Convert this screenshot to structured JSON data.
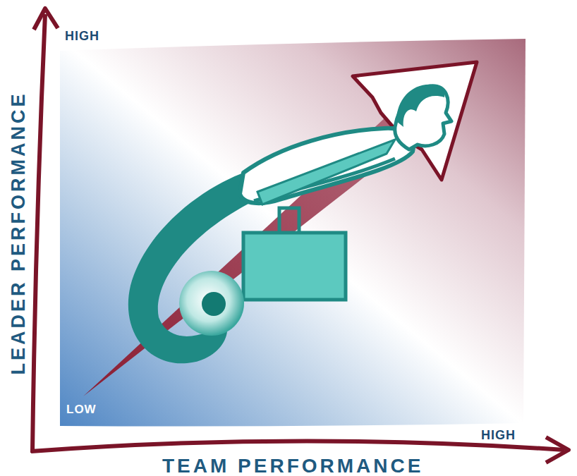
{
  "diagram": {
    "labels": [
      "HIGH",
      "LEADER PERFORMANCE",
      "LOW",
      "HIGH",
      "TEAM PERFORMANCE"
    ]
  }
}
